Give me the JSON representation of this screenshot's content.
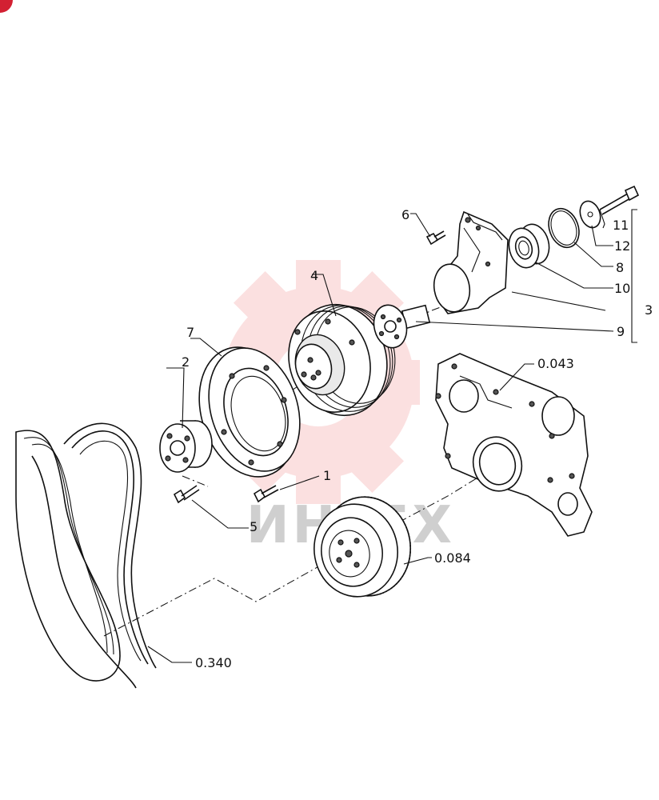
{
  "diagram": {
    "part_labels": {
      "p1": "1",
      "p2": "2",
      "p3": "3",
      "p4": "4",
      "p5": "5",
      "p6": "6",
      "p7": "7",
      "p8": "8",
      "p9": "9",
      "p10": "10",
      "p11": "11",
      "p12": "12",
      "ref_belt": "0.340",
      "ref_damper": "0.084",
      "ref_cover": "0.043"
    },
    "watermark": {
      "text": "ИНГЕХ",
      "color": "#f5b5b5"
    },
    "colors": {
      "line": "#111111",
      "watermark_gear": "#f8c8c8",
      "badge": "#d32032"
    }
  }
}
